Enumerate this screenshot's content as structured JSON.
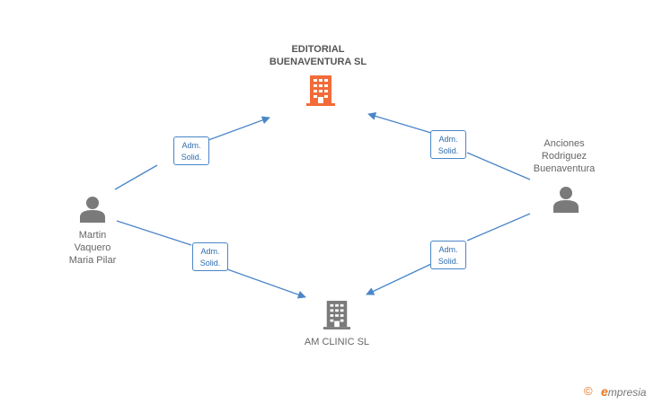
{
  "nodes": {
    "editorial": {
      "name": "EDITORIAL\nBUENAVENTURA SL",
      "color": "#f26b38"
    },
    "am_clinic": {
      "name": "AM CLINIC  SL",
      "color": "#7a7a7a"
    },
    "martin": {
      "name": "Martin\nVaquero\nMaria Pilar"
    },
    "anciones": {
      "name": "Anciones\nRodriguez\nBuenaventura"
    }
  },
  "edges": [
    {
      "from": "martin",
      "to": "editorial",
      "label": "Adm.\nSolid."
    },
    {
      "from": "martin",
      "to": "am_clinic",
      "label": "Adm.\nSolid."
    },
    {
      "from": "anciones",
      "to": "editorial",
      "label": "Adm.\nSolid."
    },
    {
      "from": "anciones",
      "to": "am_clinic",
      "label": "Adm.\nSolid."
    }
  ],
  "footer": {
    "copyright_symbol": "©",
    "brand_initial": "e",
    "brand_rest": "mpresia"
  },
  "colors": {
    "edge": "#4a86c8",
    "person": "#7a7a7a"
  }
}
